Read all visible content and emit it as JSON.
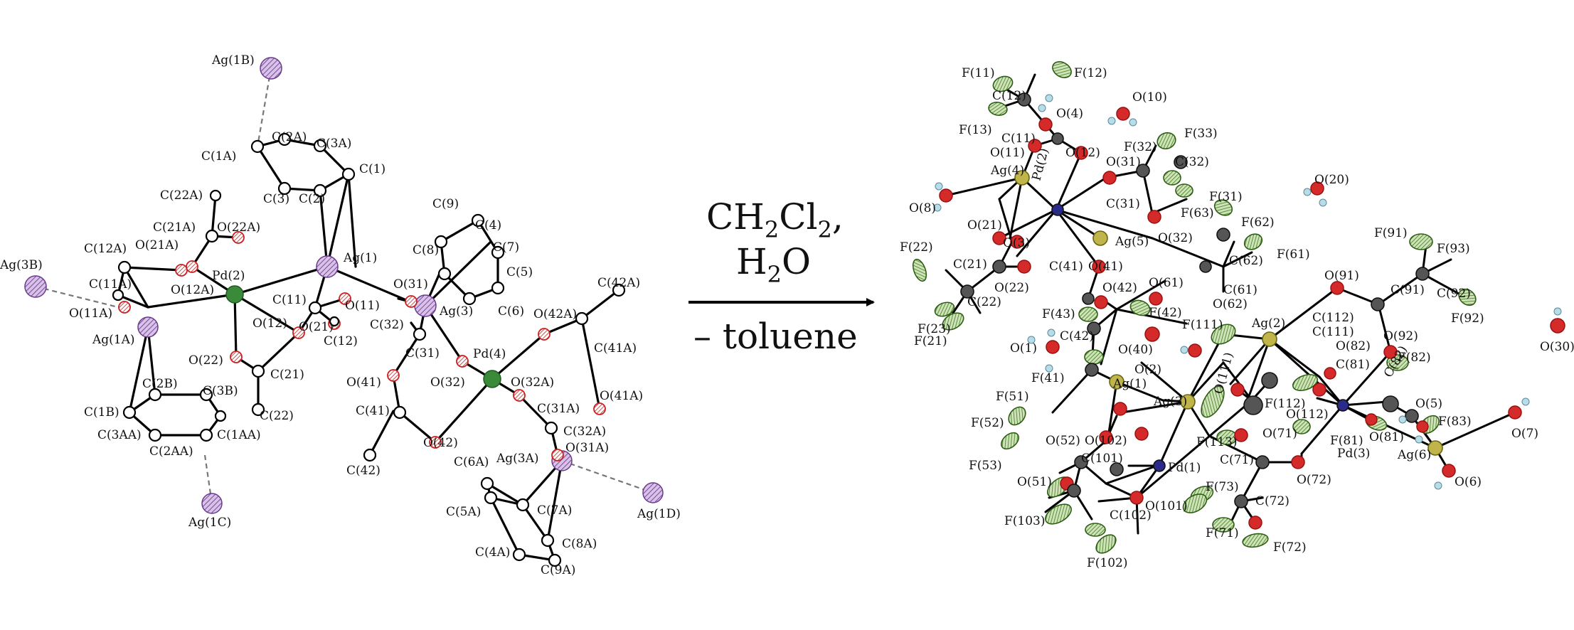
{
  "left_structure": {
    "labels": {
      "Ag1B": "Ag(1B)",
      "C2A": "C(2A)",
      "C3A": "C(3A)",
      "C1A": "C(1A)",
      "C1": "C(1)",
      "C3": "C(3)",
      "C2": "C(2)",
      "C22A": "C(22A)",
      "C21A": "C(21A)",
      "O22A": "O(22A)",
      "C12A": "C(12A)",
      "O21A": "O(21A)",
      "Pd2": "Pd(2)",
      "Ag1": "Ag(1)",
      "Ag3B": "Ag(3B)",
      "C11A": "C(11A)",
      "O12A": "O(12A)",
      "C11": "C(11)",
      "O11": "O(11)",
      "O11A": "O(11A)",
      "Ag1A": "Ag(1A)",
      "O12": "O(12)",
      "O21": "O(21)",
      "C12": "C(12)",
      "O22": "O(22)",
      "C21": "C(21)",
      "C2B": "C(2B)",
      "C3B": "C(3B)",
      "C1B": "C(1B)",
      "C22": "C(22)",
      "C1AA": "C(1AA)",
      "C3AA": "C(3AA)",
      "C2AA": "C(2AA)",
      "Ag1C": "Ag(1C)",
      "C9": "C(9)",
      "C4": "C(4)",
      "C8": "C(8)",
      "C7": "C(7)",
      "C5": "C(5)",
      "C6": "C(6)",
      "O31": "O(31)",
      "Ag3": "Ag(3)",
      "C32": "C(32)",
      "C31": "C(31)",
      "C42A": "C(42A)",
      "O42A": "O(42A)",
      "C41A": "C(41A)",
      "Pd4": "Pd(4)",
      "O41": "O(41)",
      "O32": "O(32)",
      "O32A": "O(32A)",
      "O41A": "O(41A)",
      "C41": "C(41)",
      "C31A": "C(31A)",
      "O42": "O(42)",
      "C32A": "C(32A)",
      "C42": "C(42)",
      "C6A": "C(6A)",
      "Ag3A": "Ag(3A)",
      "O31A": "O(31A)",
      "C5A": "C(5A)",
      "C7A": "C(7A)",
      "Ag1D": "Ag(1D)",
      "C4A": "C(4A)",
      "C8A": "C(8A)",
      "C9A": "C(9A)"
    }
  },
  "reaction": {
    "reagent_main": "CH",
    "reagent_sub2a": "2",
    "reagent_cl": "Cl",
    "reagent_sub2b": "2",
    "reagent_comma": ",",
    "water_h": "H",
    "water_sub": "2",
    "water_o": "O",
    "byproduct": "– toluene"
  },
  "right_structure": {
    "labels": {
      "F11": "F(11)",
      "F12": "F(12)",
      "C12": "C(12)",
      "O10": "O(10)",
      "O4": "O(4)",
      "F13": "F(13)",
      "C11": "C(11)",
      "O11": "O(11)",
      "O12": "O(12)",
      "F33": "F(33)",
      "F32": "F(32)",
      "O31": "O(31)",
      "Ag4": "Ag(4)",
      "C32": "C(32)",
      "Pd2": "Pd(2)",
      "O20": "O(20)",
      "C31": "C(31)",
      "F31": "F(31)",
      "O8": "O(8)",
      "F63": "F(63)",
      "F62": "F(62)",
      "O21": "O(21)",
      "O3": "O(3)",
      "Ag5": "Ag(5)",
      "O32": "O(32)",
      "F22": "F(22)",
      "C62": "C(62)",
      "F61": "F(61)",
      "F91": "F(91)",
      "F93": "F(93)",
      "C21": "C(21)",
      "C41": "C(41)",
      "O41": "O(41)",
      "O22": "O(22)",
      "O61": "O(61)",
      "C61": "C(61)",
      "O91": "O(91)",
      "C91": "C(91)",
      "C92": "C(92)",
      "O42": "O(42)",
      "F42": "F(42)",
      "C22": "C(22)",
      "O62": "O(62)",
      "F43": "F(43)",
      "F111": "F(111)",
      "Ag2": "Ag(2)",
      "C112": "C(112)",
      "F92": "F(92)",
      "F23": "F(23)",
      "C42": "C(42)",
      "C111": "C(111)",
      "O92": "O(92)",
      "F21": "F(21)",
      "O40": "O(40)",
      "O82": "O(82)",
      "O30": "O(30)",
      "O1": "O(1)",
      "C81": "C(81)",
      "F82": "F(82)",
      "O2": "O(2)",
      "O111": "O(111)",
      "C82": "C(82)",
      "F41": "F(41)",
      "Ag1": "Ag(1)",
      "O5": "O(5)",
      "F51": "F(51)",
      "F112": "F(112)",
      "Ag3": "Ag(3)",
      "O112": "O(112)",
      "F83": "F(83)",
      "O7": "O(7)",
      "O81": "O(81)",
      "F81": "F(81)",
      "O52": "O(52)",
      "O102": "O(102)",
      "F52": "F(52)",
      "F113": "F(113)",
      "O71": "O(71)",
      "Pd3": "Pd(3)",
      "Ag6": "Ag(6)",
      "C101": "C(101)",
      "C71": "C(71)",
      "O72": "O(72)",
      "O6": "O(6)",
      "Pd1": "Pd(1)",
      "F53": "F(53)",
      "O51": "O(51)",
      "F73": "F(73)",
      "C72": "C(72)",
      "O101": "O(101)",
      "F103": "F(103)",
      "C102": "C(102)",
      "F71": "F(71)",
      "F72": "F(72)",
      "F102": "F(102)"
    }
  },
  "colors": {
    "silver": "#b48ad0",
    "palladium_left": "#3a8a3a",
    "oxygen": "#cc2020",
    "carbon": "#ffffff",
    "carbon_dark": "#222222",
    "fluorine": "#4f8f2a",
    "silver_right": "#a09a30",
    "palladium_right": "#2a2a8a",
    "hydrogen": "#9fc8d8",
    "bond": "#000000"
  }
}
